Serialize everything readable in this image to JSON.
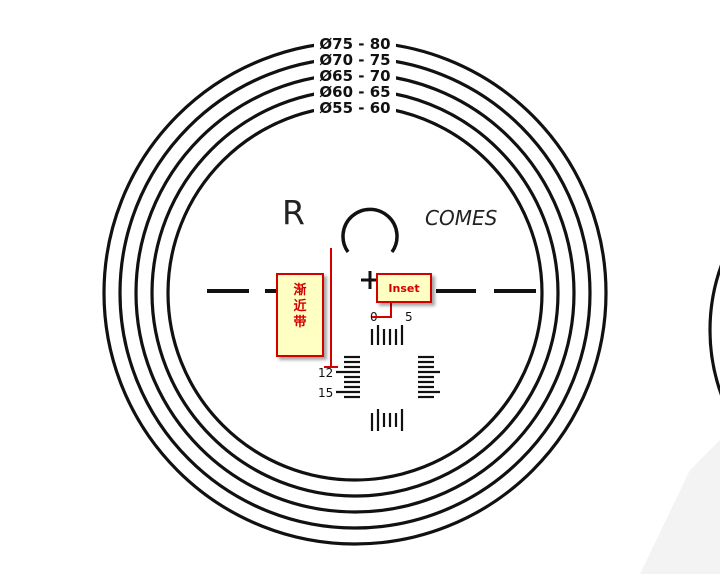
{
  "diameter_labels": [
    "Ø75 - 80",
    "Ø70 - 75",
    "Ø65 - 70",
    "Ø60 - 65",
    "Ø55 - 60"
  ],
  "side_label": "R",
  "brand_label": "COMES",
  "scale_labels": {
    "zero": "0",
    "five": "5",
    "twelve": "12",
    "fifteen": "15"
  },
  "callouts": {
    "progressive_chars": [
      "渐",
      "近",
      "带"
    ],
    "inset": "Inset"
  },
  "colors": {
    "line": "#111111",
    "callout_border": "#d40000",
    "callout_fill": "#ffffc4"
  }
}
